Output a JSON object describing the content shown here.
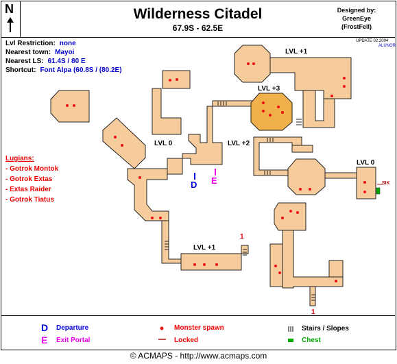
{
  "title": "Wilderness Citadel",
  "coords": "67.9S - 62.5E",
  "compass_label": "N",
  "credit": {
    "label": "Designed by:",
    "author1": "GreenEye",
    "author2": "(FrostFell)"
  },
  "update": {
    "line1": "UPDATE 02.2004",
    "line2": "ALUNOR"
  },
  "info": {
    "lvl_label": "Lvl Restriction:",
    "lvl_value": "none",
    "town_label": "Nearest town:",
    "town_value": "Mayoi",
    "ls_label": "Nearest LS:",
    "ls_value": "61.4S / 80 E",
    "shortcut_label": "Shortcut:",
    "shortcut_value": "Font Alpa (60.8S / (80.2E)"
  },
  "lugians": {
    "title": "Lugians:",
    "items": [
      "- Gotrok Montok",
      "- Gotrok Extas",
      "- Extas Raider",
      "- Gotrok Tiatus"
    ]
  },
  "map_labels": {
    "lvl0_center": "LVL 0",
    "lvl1_top": "LVL +1",
    "lvl3": "LVL +3",
    "lvl2": "LVL +2",
    "lvl0_right": "LVL 0",
    "lvl1_bottom": "LVL +1",
    "departure_mark": "D",
    "exit_mark": "E",
    "marker_1_left": "1",
    "marker_1_right": "1",
    "silk": "SIK"
  },
  "legend": {
    "departure_mark": "D",
    "departure": "Departure",
    "exit_mark": "E",
    "exit": "Exit Portal",
    "monster": "Monster spawn",
    "locked": "Locked",
    "stairs": "Stairs / Slopes",
    "chest": "Chest"
  },
  "footer": "© ACMAPS - http://www.acmaps.com",
  "colors": {
    "room": "#f7cc9c",
    "room_dark": "#f0b04c",
    "outline": "#222222",
    "spawn": "#ee1111",
    "departure": "#0000dd",
    "exit": "#ee00ee",
    "lugian": "#ee0000",
    "chest": "#00aa00"
  }
}
